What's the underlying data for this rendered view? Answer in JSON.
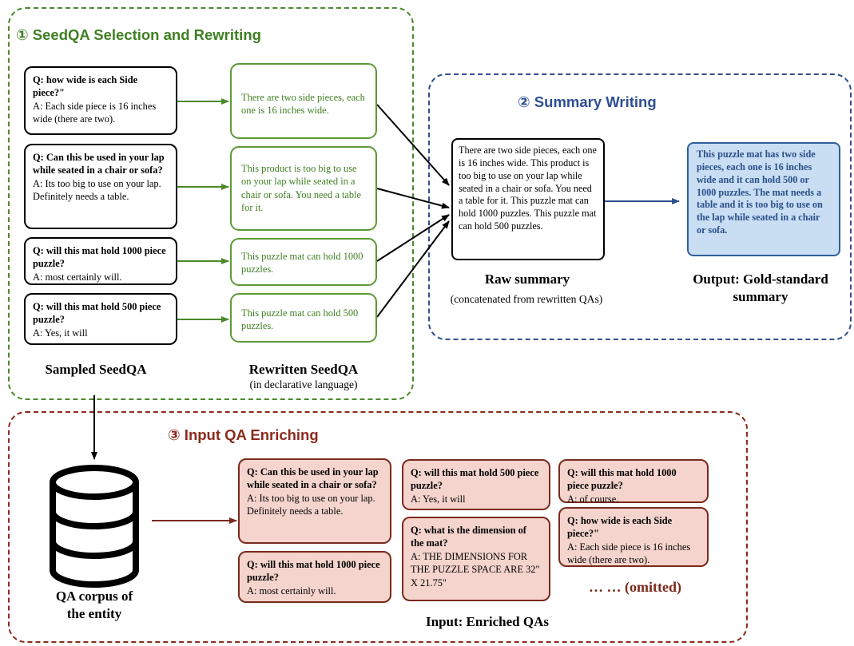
{
  "titles": {
    "p1": "① SeedQA Selection and Rewriting",
    "p2": "② Summary Writing",
    "p3": "③ Input QA Enriching"
  },
  "seed_qas": [
    {
      "q": "Q: how wide is each Side piece?\"",
      "a": "A: Each side piece is 16 inches wide (there are two)."
    },
    {
      "q": "Q: Can this be used in your lap while seated in a chair or sofa?",
      "a": "A: Its too big to use on your lap. Definitely needs a table."
    },
    {
      "q": "Q: will this mat hold 1000 piece puzzle?",
      "a": "A: most certainly will."
    },
    {
      "q": "Q: will this mat hold 500 piece puzzle?",
      "a": "A: Yes, it will"
    }
  ],
  "rewritten": [
    "There are two side pieces, each one is 16 inches wide.",
    "This product is too big to use on your lap while seated in a chair or sofa. You need a table for it.",
    "This puzzle mat can hold 1000 puzzles.",
    "This puzzle mat can hold 500 puzzles."
  ],
  "labels": {
    "sampled": "Sampled SeedQA",
    "rewritten": "Rewritten SeedQA",
    "rewritten_sub": "(in declarative language)",
    "raw": "Raw summary",
    "raw_sub": "(concatenated from rewritten QAs)",
    "output_line1": "Output: Gold-standard",
    "output_line2": "summary",
    "corpus_line1": "QA corpus of",
    "corpus_line2": "the entity",
    "input": "Input: Enriched QAs",
    "omitted": "… … (omitted)"
  },
  "raw_summary": "There are two side pieces, each one is 16 inches wide. This product is too big to use on your lap while seated in a chair or sofa. You need a table for it. This puzzle mat can hold 1000 puzzles. This puzzle mat can hold 500 puzzles.",
  "gold_summary": "This puzzle mat has two side pieces, each one is 16 inches wide and it can hold 500 or 1000 puzzles. The mat needs a table and it is too big to use on the lap while seated in a chair or sofa.",
  "enriched": [
    {
      "q": "Q: Can this be used in your lap while seated in a chair or sofa?",
      "a": "A: Its too big to use on your lap. Definitely needs a table."
    },
    {
      "q": "Q: will this mat hold 1000 piece puzzle?",
      "a": "A: most certainly will."
    },
    {
      "q": "Q: will this mat hold 500 piece puzzle?",
      "a": "A: Yes, it will"
    },
    {
      "q": "Q: what is the dimension of the mat?",
      "a": "A: THE DIMENSIONS FOR THE PUZZLE SPACE ARE 32\" X 21.75\""
    },
    {
      "q": "Q: will this mat hold 1000 piece puzzle?",
      "a": "A: of course."
    },
    {
      "q": "Q: how wide is each Side piece?\"",
      "a": "A: Each side piece is 16 inches wide (there are two)."
    }
  ],
  "colors": {
    "green": "#4a8a2a",
    "blue": "#2f4f8f",
    "red": "#8b2a1e",
    "enriched_fill": "#f4d4cc",
    "gold_fill": "#c9def3"
  }
}
